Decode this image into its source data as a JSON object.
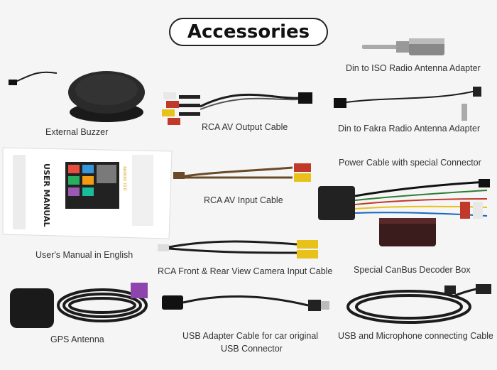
{
  "title": "Accessories",
  "manual": {
    "vertical_text": "USER  MANUAL",
    "brand": "Android 10.0"
  },
  "items": [
    {
      "label": "External Buzzer"
    },
    {
      "label": "RCA AV Output Cable"
    },
    {
      "label": "Din to ISO Radio Antenna Adapter"
    },
    {
      "label": "Din to Fakra Radio Antenna Adapter"
    },
    {
      "label": "Power Cable with special Connector"
    },
    {
      "label": "RCA AV Input Cable"
    },
    {
      "label": "User's Manual in English"
    },
    {
      "label": "RCA Front & Rear View Camera Input Cable"
    },
    {
      "label": "Special CanBus Decoder Box"
    },
    {
      "label": "GPS Antenna"
    },
    {
      "label": "USB Adapter Cable for car original"
    },
    {
      "label": "USB Connector"
    },
    {
      "label": "USB and Microphone connecting Cable"
    }
  ],
  "colors": {
    "rca_red": "#c0392b",
    "rca_white": "#e8e8e8",
    "rca_yellow": "#e8c21a",
    "cable_black": "#1c1c1c"
  }
}
